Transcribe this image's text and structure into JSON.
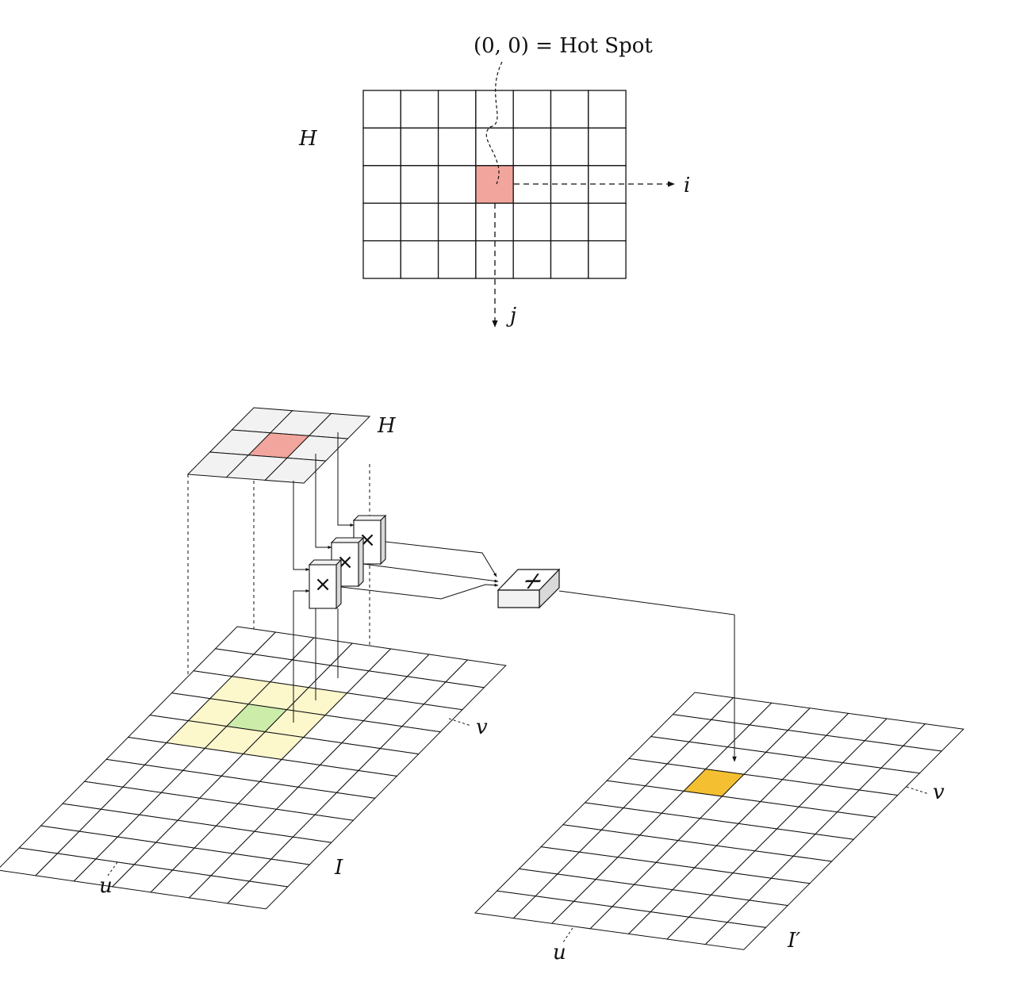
{
  "top_kernel": {
    "label": "H",
    "hotspot_annotation": "(0, 0) = Hot Spot",
    "axis_i": "i",
    "axis_j": "j",
    "cols": 7,
    "rows": 5,
    "hot_col": 3,
    "hot_row": 2
  },
  "perspective": {
    "kernel_label": "H",
    "input_label": "I",
    "output_label": "I′",
    "input_u": "u",
    "input_v": "v",
    "output_u": "u",
    "output_v": "v",
    "multiply_symbol": "×",
    "sum_symbol": "+"
  },
  "colors": {
    "hotspot": "#f2a59d",
    "kernel_cells": "#f2f2f2",
    "input_region": "#fdf7cc",
    "input_center": "#ccecaa",
    "output_pixel": "#f4c032",
    "ink": "#111111"
  }
}
